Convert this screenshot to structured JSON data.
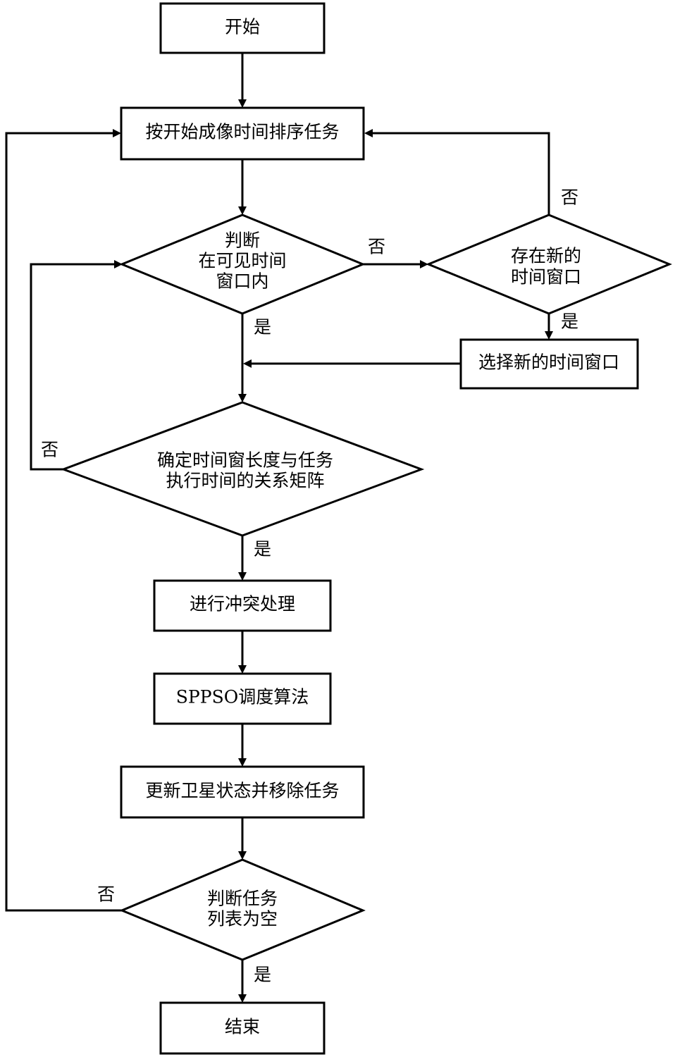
{
  "flowchart": {
    "start": "开始",
    "sort_tasks": "按开始成像时间排序任务",
    "judge_window": [
      "判断",
      "在可见时间",
      "窗口内"
    ],
    "new_window_exists": [
      "存在新的",
      "时间窗口"
    ],
    "select_new_window": "选择新的时间窗口",
    "relation_matrix": [
      "确定时间窗长度与任务",
      "执行时间的关系矩阵"
    ],
    "conflict": "进行冲突处理",
    "sppso": "SPPSO调度算法",
    "update": "更新卫星状态并移除任务",
    "task_list_empty": [
      "判断任务",
      "列表为空"
    ],
    "end": "结束"
  },
  "edge_labels": {
    "yes": "是",
    "no": "否"
  }
}
